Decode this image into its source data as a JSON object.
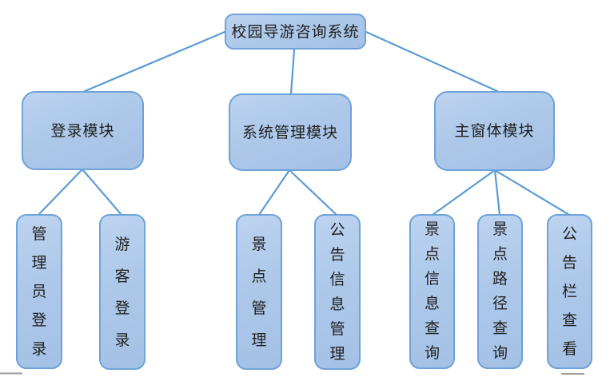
{
  "diagram": {
    "title": "校园导游咨询系统",
    "root": {
      "label": "校园导游咨询系统"
    },
    "modules": [
      {
        "label": "登录模块",
        "children": [
          {
            "label": "管理员登录"
          },
          {
            "label": "游客登录"
          }
        ]
      },
      {
        "label": "系统管理模块",
        "children": [
          {
            "label": "景点管理"
          },
          {
            "label": "公告信息管理"
          }
        ]
      },
      {
        "label": "主窗体模块",
        "children": [
          {
            "label": "景点信息查询"
          },
          {
            "label": "景点路径查询"
          },
          {
            "label": "公告栏查看"
          }
        ]
      }
    ],
    "colors": {
      "node_fill_light": "#bdd3f0",
      "node_fill_dark": "#a4c1e5",
      "node_border": "#6ea2d9",
      "connector": "#5b9bd5",
      "text": "#1f1f1f",
      "edge_artifact": "#9d9d9d"
    }
  }
}
